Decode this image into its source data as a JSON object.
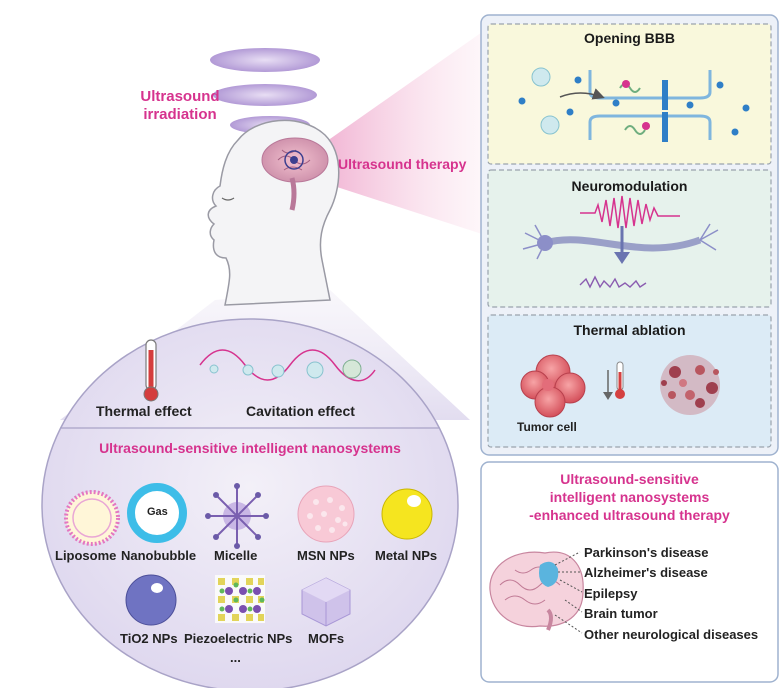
{
  "figure": {
    "ultrasound_irradiation": "Ultrasound\nirradiation",
    "ultrasound_therapy": "Ultrasound therapy"
  },
  "right_panels": {
    "opening_bbb": "Opening BBB",
    "neuromodulation": "Neuromodulation",
    "thermal_ablation": "Thermal ablation",
    "tumor_cell": "Tumor cell"
  },
  "effects": {
    "thermal": "Thermal effect",
    "cavitation": "Cavitation effect"
  },
  "nanosystems": {
    "title": "Ultrasound-sensitive intelligent nanosystems",
    "gas_label": "Gas",
    "items": [
      "Liposome",
      "Nanobubble",
      "Micelle",
      "MSN NPs",
      "Metal NPs",
      "TiO2 NPs",
      "Piezoelectric NPs",
      "MOFs",
      "..."
    ]
  },
  "enhanced_box": {
    "title": "Ultrasound-sensitive\nintelligent nanosystems\n-enhanced ultrasound therapy",
    "diseases": [
      "Parkinson's disease",
      "Alzheimer's disease",
      "Epilepsy",
      "Brain tumor",
      "Other neurological diseases"
    ]
  },
  "colors": {
    "accent": "#d6338e",
    "right_panel_border": "#9fb2cf",
    "bbb_bg": "#f9f8dc",
    "neuro_bg": "#e6f2ec",
    "thermal_bg": "#dcebf6"
  }
}
